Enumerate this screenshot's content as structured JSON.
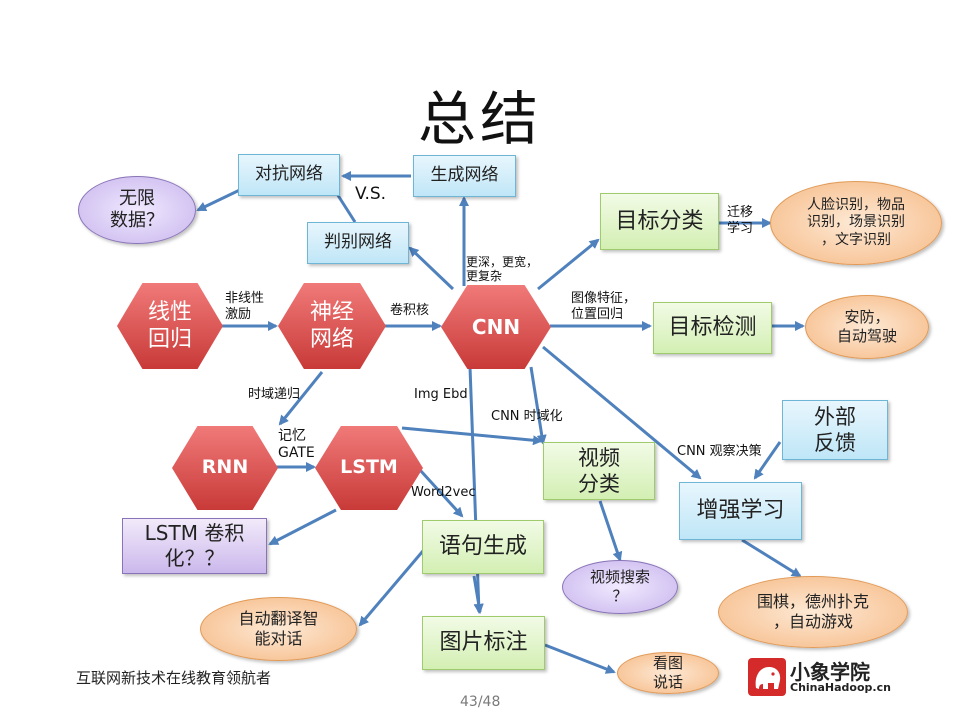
{
  "title": "总结",
  "nodes": {
    "linear_regression": "线性\n回归",
    "neural_network": "神经\n网络",
    "cnn": "CNN",
    "rnn": "RNN",
    "lstm": "LSTM",
    "adversarial_net": "对抗网络",
    "generative_net": "生成网络",
    "discriminative_net": "判别网络",
    "infinite_data": "无限\n数据？",
    "object_classification": "目标分类",
    "object_detection": "目标检测",
    "classification_apps": "人脸识别，物品\n识别，场景识别\n，文字识别",
    "detection_apps": "安防，\n自动驾驶",
    "external_feedback": "外部\n反馈",
    "video_classification": "视频\n分类",
    "reinforcement_learning": "增强学习",
    "lstm_conv": "LSTM 卷积\n化？？",
    "sentence_generation": "语句生成",
    "video_search": "视频搜索\n？",
    "rl_apps": "围棋，德州扑克\n，自动游戏",
    "auto_translation": "自动翻译智\n能对话",
    "image_captioning": "图片标注",
    "look_and_say": "看图\n说话"
  },
  "edge_labels": {
    "vs": "V.S.",
    "nonlinear_activation": "非线性\n激励",
    "conv_kernel": "卷积核",
    "deeper_wider": "更深，更宽，\n更复杂",
    "transfer_learning": "迁移\n学习",
    "image_features": "图像特征，\n位置回归",
    "time_recurrence": "时域递归",
    "memory_gate": "记忆\nGATE",
    "img_ebd": "Img Ebd",
    "cnn_temporal": "CNN 时域化",
    "cnn_observe": "CNN 观察决策",
    "word2vec": "Word2vec"
  },
  "footer": {
    "slogan": "互联网新技术在线教育领航者",
    "page_number": "43/48",
    "logo_name": "小象学院",
    "logo_url": "ChinaHadoop.cn"
  },
  "colors": {
    "arrow": "#4f81bd",
    "hex_red": "#d9534f",
    "box_blue": "#bfe6f7",
    "box_green": "#d3efb3",
    "box_purple": "#cbb8ec",
    "ellipse_orange": "#f6b984",
    "logo_red": "#d42a2a"
  }
}
